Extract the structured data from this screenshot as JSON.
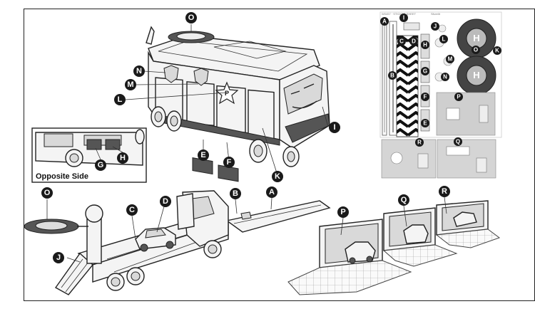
{
  "labels": {
    "A": "A",
    "B": "B",
    "C": "C",
    "D": "D",
    "E": "E",
    "F": "F",
    "G": "G",
    "H": "H",
    "I": "I",
    "J": "J",
    "K": "K",
    "L": "L",
    "M": "M",
    "N": "N",
    "O": "O",
    "P": "P",
    "Q": "Q",
    "R": "R"
  },
  "inset": {
    "caption": "Opposite Side"
  },
  "truck": {
    "emblem": "P"
  },
  "helipad": {
    "letter": "H"
  },
  "sticker_sheet": {
    "brand": "Silverlit"
  }
}
